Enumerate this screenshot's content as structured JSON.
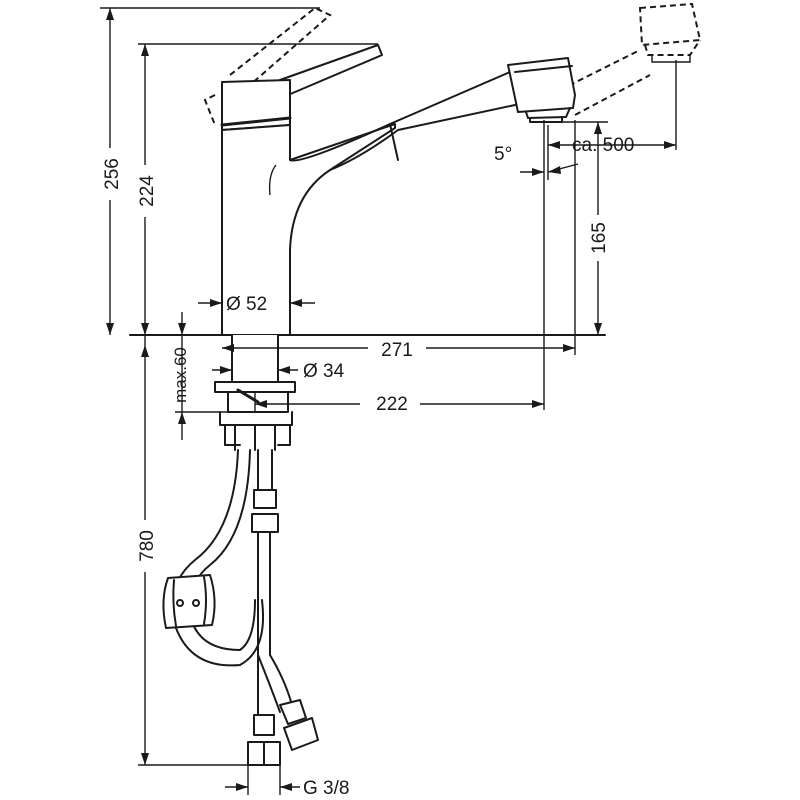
{
  "dimensions": {
    "total_height": "256",
    "spout_height": "224",
    "pull_out_length": "ca. 500",
    "angle": "5°",
    "outlet_height": "165",
    "body_diameter": "Ø 52",
    "reach": "271",
    "shank_diameter": "Ø 34",
    "max_deck": "max.60",
    "hole_to_outlet": "222",
    "hose_length": "780",
    "connection": "G 3/8"
  },
  "colors": {
    "line": "#1a1a1a",
    "background": "#ffffff"
  }
}
